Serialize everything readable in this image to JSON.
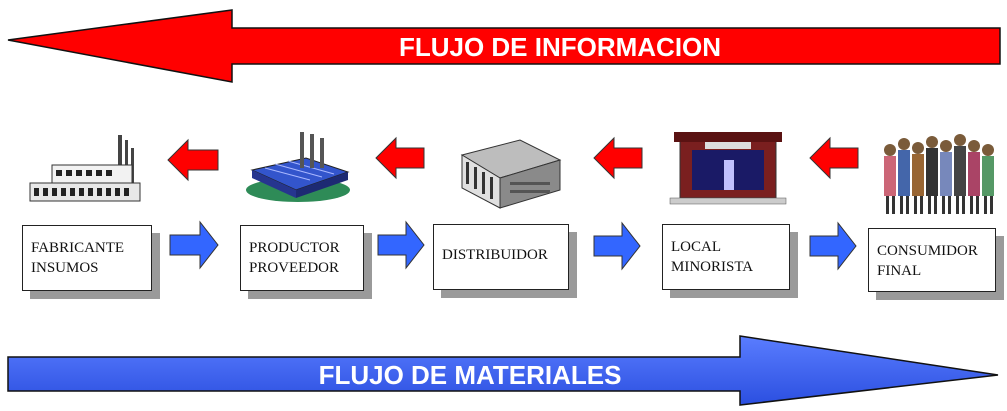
{
  "banners": {
    "information_flow": "FLUJO  DE INFORMACION",
    "materials_flow": "FLUJO DE  MATERIALES"
  },
  "stages": [
    {
      "line1": "FABRICANTE",
      "line2": "INSUMOS",
      "icon": "factory-icon"
    },
    {
      "line1": "PRODUCTOR",
      "line2": "PROVEEDOR",
      "icon": "plant-icon"
    },
    {
      "line1": "DISTRIBUIDOR",
      "line2": "",
      "icon": "warehouse-icon"
    },
    {
      "line1": "LOCAL",
      "line2": "MINORISTA",
      "icon": "store-icon"
    },
    {
      "line1": "CONSUMIDOR",
      "line2": "FINAL",
      "icon": "people-icon"
    }
  ],
  "colors": {
    "information": "#ff0000",
    "materials": "#3366ff",
    "outline": "#111111",
    "shadow": "#9a9a9a"
  }
}
